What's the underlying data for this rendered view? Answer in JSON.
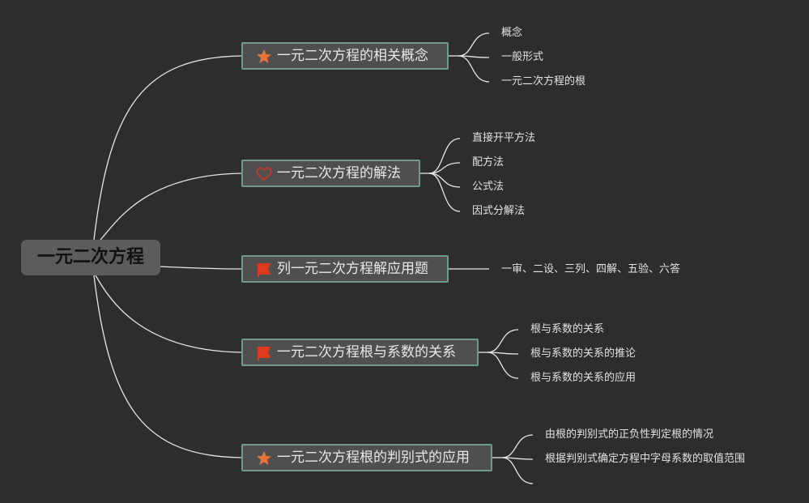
{
  "root": {
    "label": "一元二次方程"
  },
  "branches": [
    {
      "label": "一元二次方程的相关概念",
      "icon": "star-icon",
      "leaves": [
        "概念",
        "一般形式",
        "一元二次方程的根"
      ]
    },
    {
      "label": "一元二次方程的解法",
      "icon": "heart-icon",
      "leaves": [
        "直接开平方法",
        "配方法",
        "公式法",
        "因式分解法"
      ]
    },
    {
      "label": "列一元二次方程解应用题",
      "icon": "flag-icon",
      "leaves": [
        "一审、二设、三列、四解、五验、六答"
      ]
    },
    {
      "label": "一元二次方程根与系数的关系",
      "icon": "flag-icon",
      "leaves": [
        "根与系数的关系",
        "根与系数的关系的推论",
        "根与系数的关系的应用"
      ]
    },
    {
      "label": "一元二次方程根的判别式的应用",
      "icon": "star-icon",
      "leaves": [
        "由根的判别式的正负性判定根的情况",
        "根据判别式确定方程中字母系数的取值范围",
        ""
      ]
    }
  ],
  "colors": {
    "background": "#2d2d2d",
    "connector": "#e6e6e6",
    "branch_border": "#6e9a8a",
    "star_icon": "#e8743b",
    "heart_icon": "#c0392b",
    "flag_icon": "#e03a1e"
  }
}
